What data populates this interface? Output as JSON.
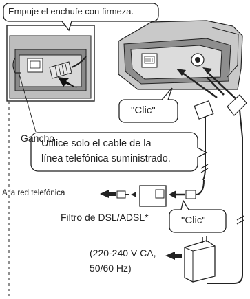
{
  "callouts": {
    "push_plug": "Empuje el enchufe con firmeza.",
    "click_top": "\"Clic\"",
    "use_cable_line1": "Utilice solo el cable de la",
    "use_cable_line2": "línea telefónica suministrado.",
    "click_filter": "\"Clic\""
  },
  "labels": {
    "hook": "Gancho",
    "to_phone_network": "A la red telefónica",
    "dsl_filter": "Filtro de DSL/ADSL*",
    "power_line1": "(220-240 V CA,",
    "power_line2": "50/60 Hz)"
  }
}
